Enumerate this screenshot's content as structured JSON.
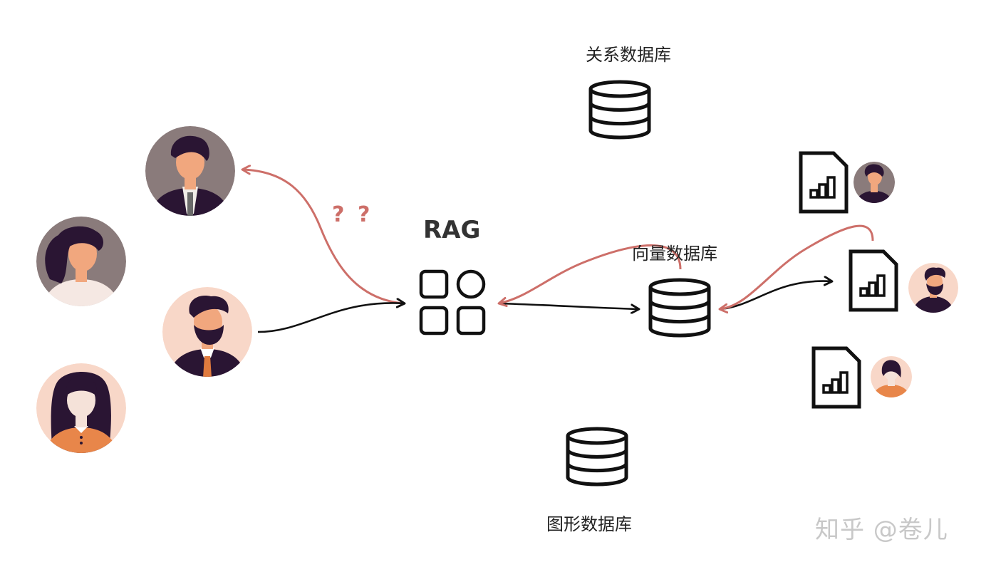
{
  "labels": {
    "rag": "RAG",
    "relational_db": "关系数据库",
    "vector_db": "向量数据库",
    "graph_db": "图形数据库",
    "question_1": "?",
    "question_2": "?",
    "watermark": "知乎 @卷儿"
  },
  "colors": {
    "accent_arrow": "#cd6f69",
    "line": "#111111",
    "avatar_bg_gray": "#8a7b7b",
    "avatar_bg_peach": "#f8d7c8",
    "hair": "#2a1533",
    "skin": "#f1a77e",
    "tie": "#e07a3e"
  },
  "icons": [
    "user-avatar-icon",
    "app-grid-icon",
    "database-icon",
    "document-chart-icon"
  ]
}
